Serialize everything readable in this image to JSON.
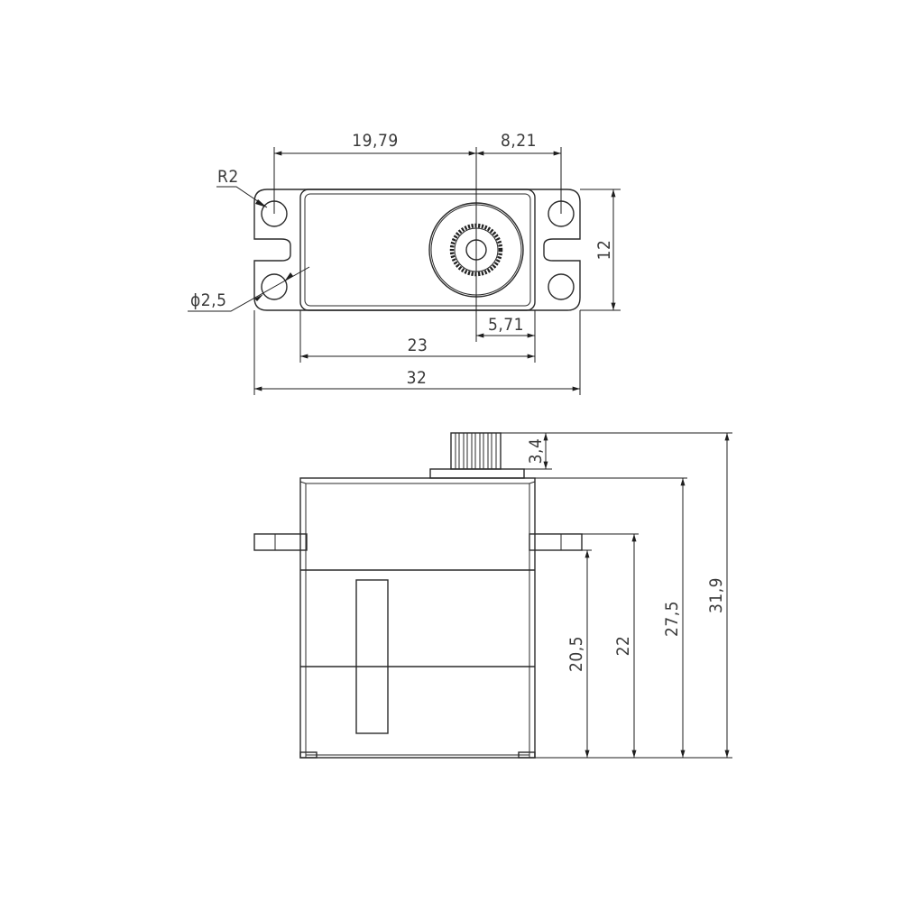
{
  "drawing": {
    "subject": "servo technical dimension drawing",
    "units": "mm",
    "stroke_color": "#2a2a2a",
    "background": "#ffffff"
  },
  "top_view": {
    "dimensions": {
      "mount_hole_to_shaft": "19,79",
      "shaft_to_mount_hole": "8,21",
      "corner_radius": "R2",
      "hole_diameter": "ϕ2,5",
      "width": "12",
      "shaft_to_body_edge": "5,71",
      "body_length": "23",
      "overall_length": "32"
    }
  },
  "front_view": {
    "dimensions": {
      "spline_height": "3,4",
      "ear_bottom_height": "20,5",
      "ear_top_height": "22",
      "body_height": "27,5",
      "overall_height": "31,9"
    }
  }
}
